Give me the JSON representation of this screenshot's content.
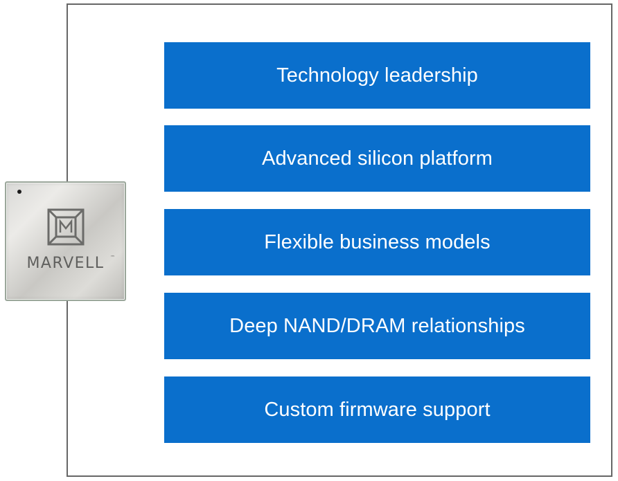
{
  "items": [
    "Technology leadership",
    "Advanced silicon platform",
    "Flexible business models",
    "Deep NAND/DRAM relationships",
    "Custom firmware support"
  ],
  "chip": {
    "brand": "MARVELL",
    "trademark": "™",
    "logo_icon": "marvell-logo-icon"
  },
  "colors": {
    "box_fill": "#0a6fcc",
    "box_text": "#ffffff",
    "frame_line": "#666666"
  }
}
